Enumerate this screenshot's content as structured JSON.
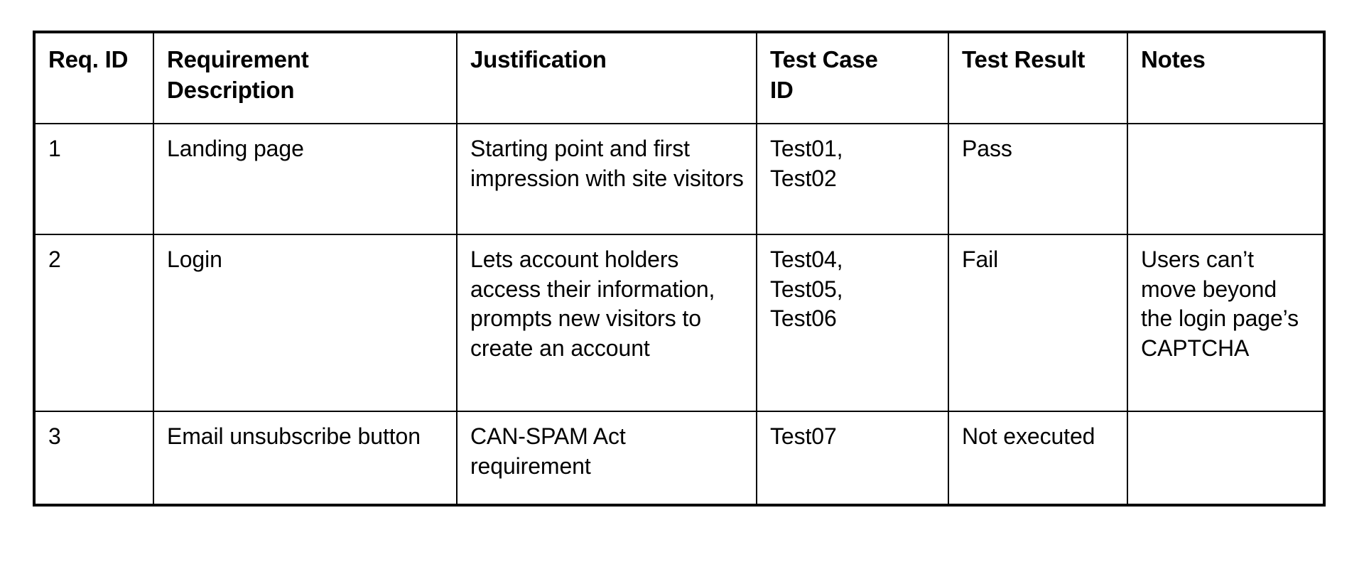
{
  "table": {
    "name": "requirements-traceability-matrix",
    "columns": [
      {
        "key": "req_id",
        "label": "Req. ID"
      },
      {
        "key": "description",
        "label": "Requirement\nDescription"
      },
      {
        "key": "justification",
        "label": "Justification"
      },
      {
        "key": "test_case_id",
        "label": "Test Case\nID"
      },
      {
        "key": "test_result",
        "label": "Test Result"
      },
      {
        "key": "notes",
        "label": "Notes"
      }
    ],
    "rows": [
      {
        "req_id": "1",
        "description": "Landing page",
        "justification": "Starting point and first impression with site visitors",
        "test_case_id": "Test01,\nTest02",
        "test_result": "Pass",
        "notes": ""
      },
      {
        "req_id": "2",
        "description": "Login",
        "justification": "Lets account holders access their information, prompts new visitors to create an account",
        "test_case_id": "Test04,\nTest05,\nTest06",
        "test_result": "Fail",
        "notes": "Users can’t move beyond the login page’s CAPTCHA"
      },
      {
        "req_id": "3",
        "description": "Email unsubscribe button",
        "justification": "CAN-SPAM Act requirement",
        "test_case_id": "Test07",
        "test_result": "Not executed",
        "notes": ""
      }
    ]
  },
  "colors": {
    "border": "#000000",
    "text": "#000000",
    "background": "#ffffff"
  }
}
